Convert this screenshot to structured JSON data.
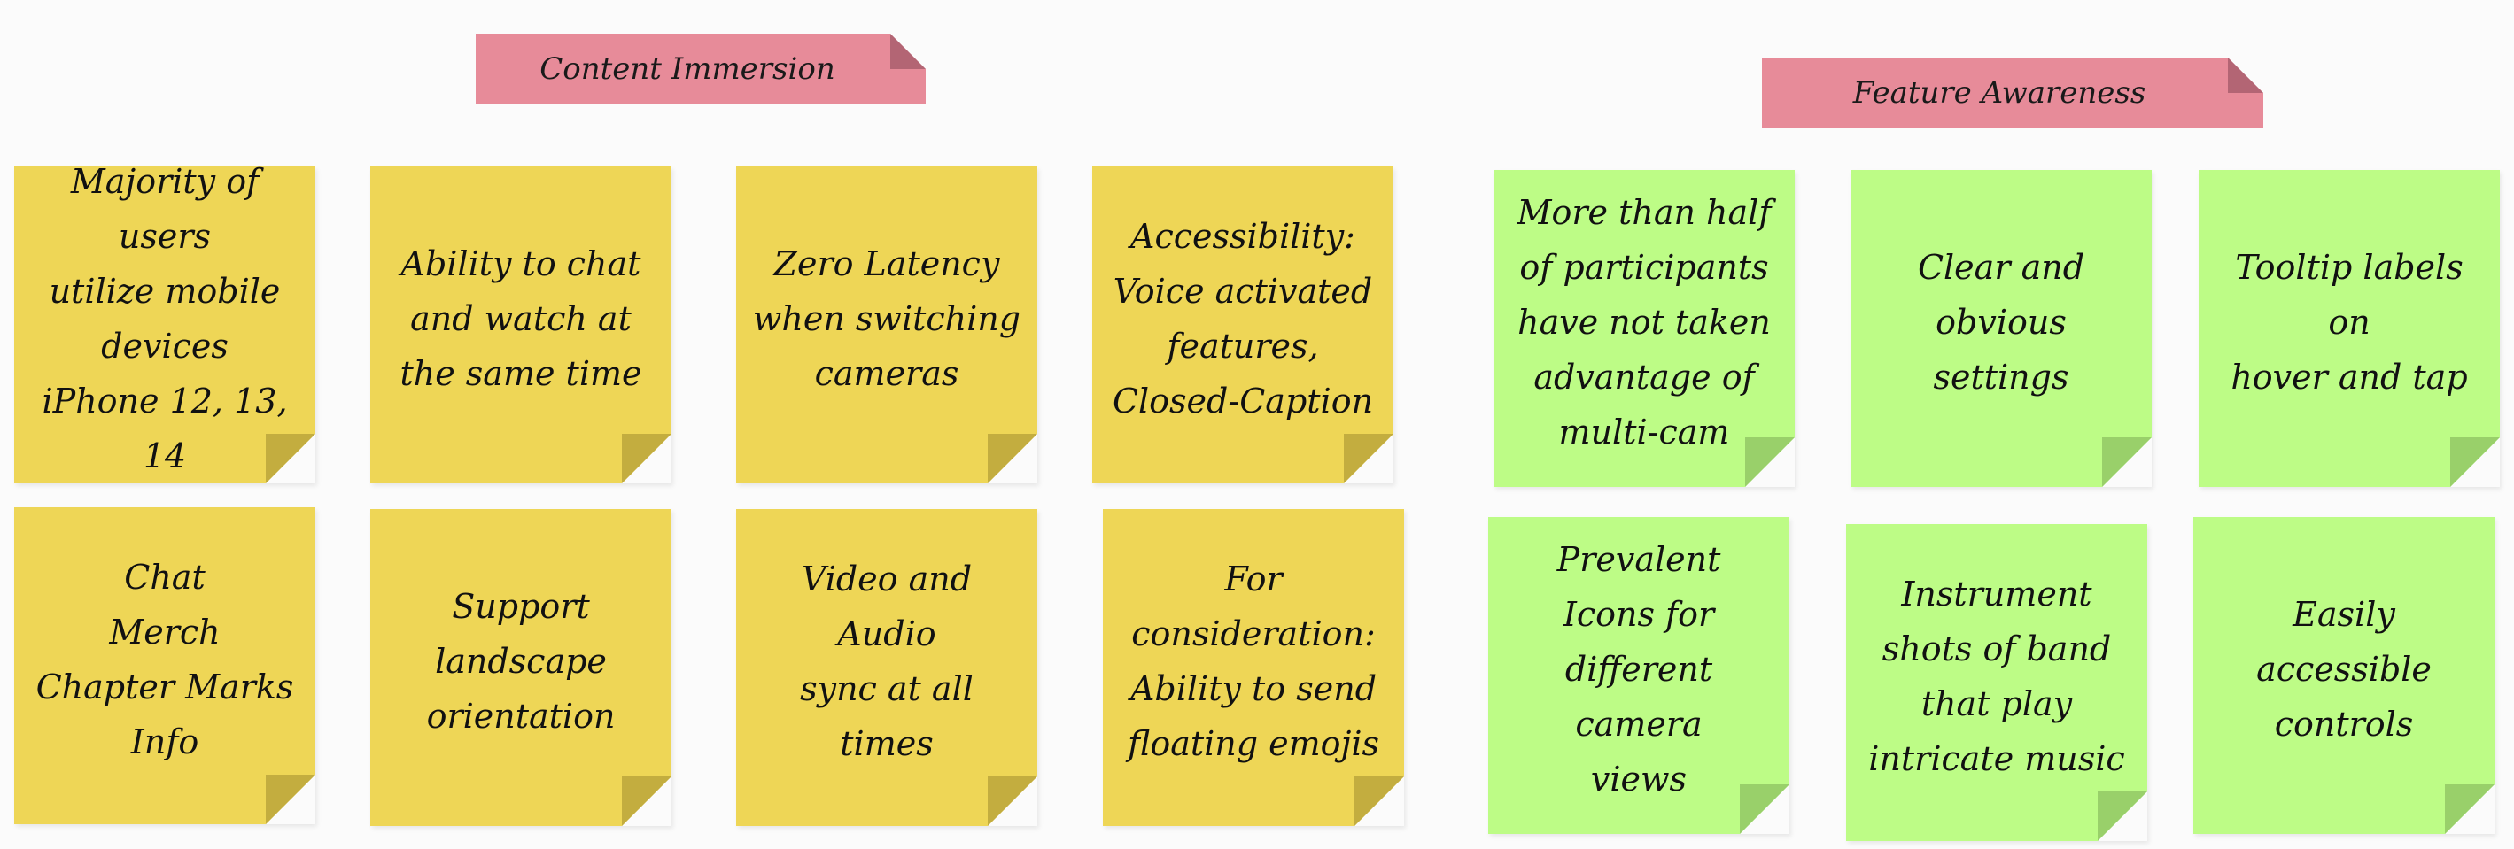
{
  "colors": {
    "background": "#fbfbfb",
    "label_pink": "#e78b99",
    "note_yellow": "#eed656",
    "note_green": "#bdfc86"
  },
  "labels": {
    "content_immersion": "Content Immersion",
    "feature_awareness": "Feature Awareness"
  },
  "yellow_notes": [
    "Majority of users\nutilize mobile\ndevices\niPhone 12, 13, 14",
    "Ability to chat\nand watch at\nthe same time",
    "Zero Latency\nwhen switching\ncameras",
    "Accessibility:\nVoice activated\nfeatures,\nClosed-Caption",
    "Chat\nMerch\nChapter Marks\nInfo",
    "Support\nlandscape\norientation",
    "Video and Audio\nsync at all times",
    "For\nconsideration:\nAbility to send\nfloating emojis"
  ],
  "green_notes": [
    "More than half\nof participants\nhave not taken\nadvantage of\nmulti-cam",
    "Clear and\nobvious settings",
    "Tooltip labels on\nhover and tap",
    "Prevalent\nIcons for\ndifferent camera\nviews",
    "Instrument\nshots of band\nthat play\nintricate music",
    "Easily accessible\ncontrols"
  ]
}
